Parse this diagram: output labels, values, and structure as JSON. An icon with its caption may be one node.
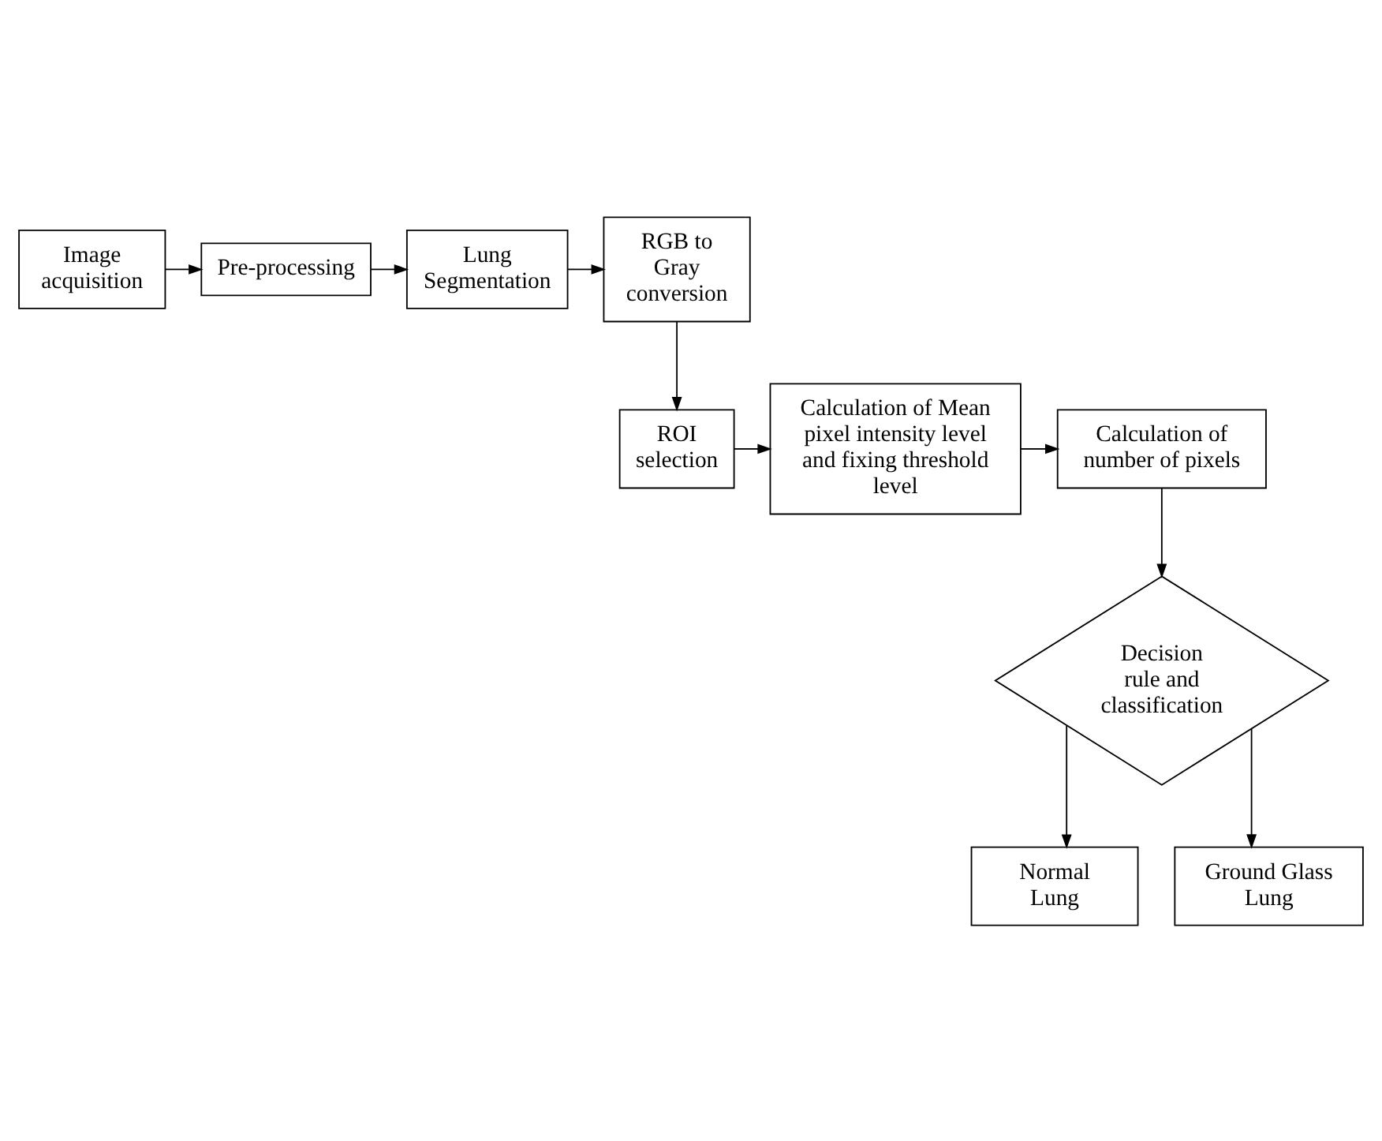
{
  "diagram": {
    "nodes": [
      {
        "text": [
          "Image acquisition"
        ]
      },
      {
        "text": [
          "Pre-processing"
        ]
      },
      {
        "text": [
          "Lung Segmentation"
        ]
      },
      {
        "text": [
          "RGB to Gray conversion"
        ]
      },
      {
        "text": [
          "ROI selection"
        ]
      },
      {
        "text": [
          "Calculation of Mean pixel intensity level and fixing threshold level"
        ]
      },
      {
        "text": [
          "Calculation of number of pixels"
        ]
      },
      {
        "text": [
          "Decision rule and classification"
        ]
      },
      {
        "text": [
          "Normal Lung"
        ]
      },
      {
        "text": [
          "Ground Glass Lung"
        ]
      }
    ],
    "edges": [
      {
        "from": 0,
        "to": 1,
        "arrow": "to"
      },
      {
        "from": 1,
        "to": 2,
        "arrow": "to"
      },
      {
        "from": 2,
        "to": 3,
        "arrow": "to"
      },
      {
        "from": 3,
        "to": 4,
        "arrow": "to"
      },
      {
        "from": 4,
        "to": 5,
        "arrow": "to"
      },
      {
        "from": 5,
        "to": 6,
        "arrow": "to"
      },
      {
        "from": 6,
        "to": 7,
        "arrow": "to"
      },
      {
        "from": 7,
        "to": 8,
        "arrow": "to"
      },
      {
        "from": 7,
        "to": 9,
        "arrow": "to"
      }
    ]
  }
}
